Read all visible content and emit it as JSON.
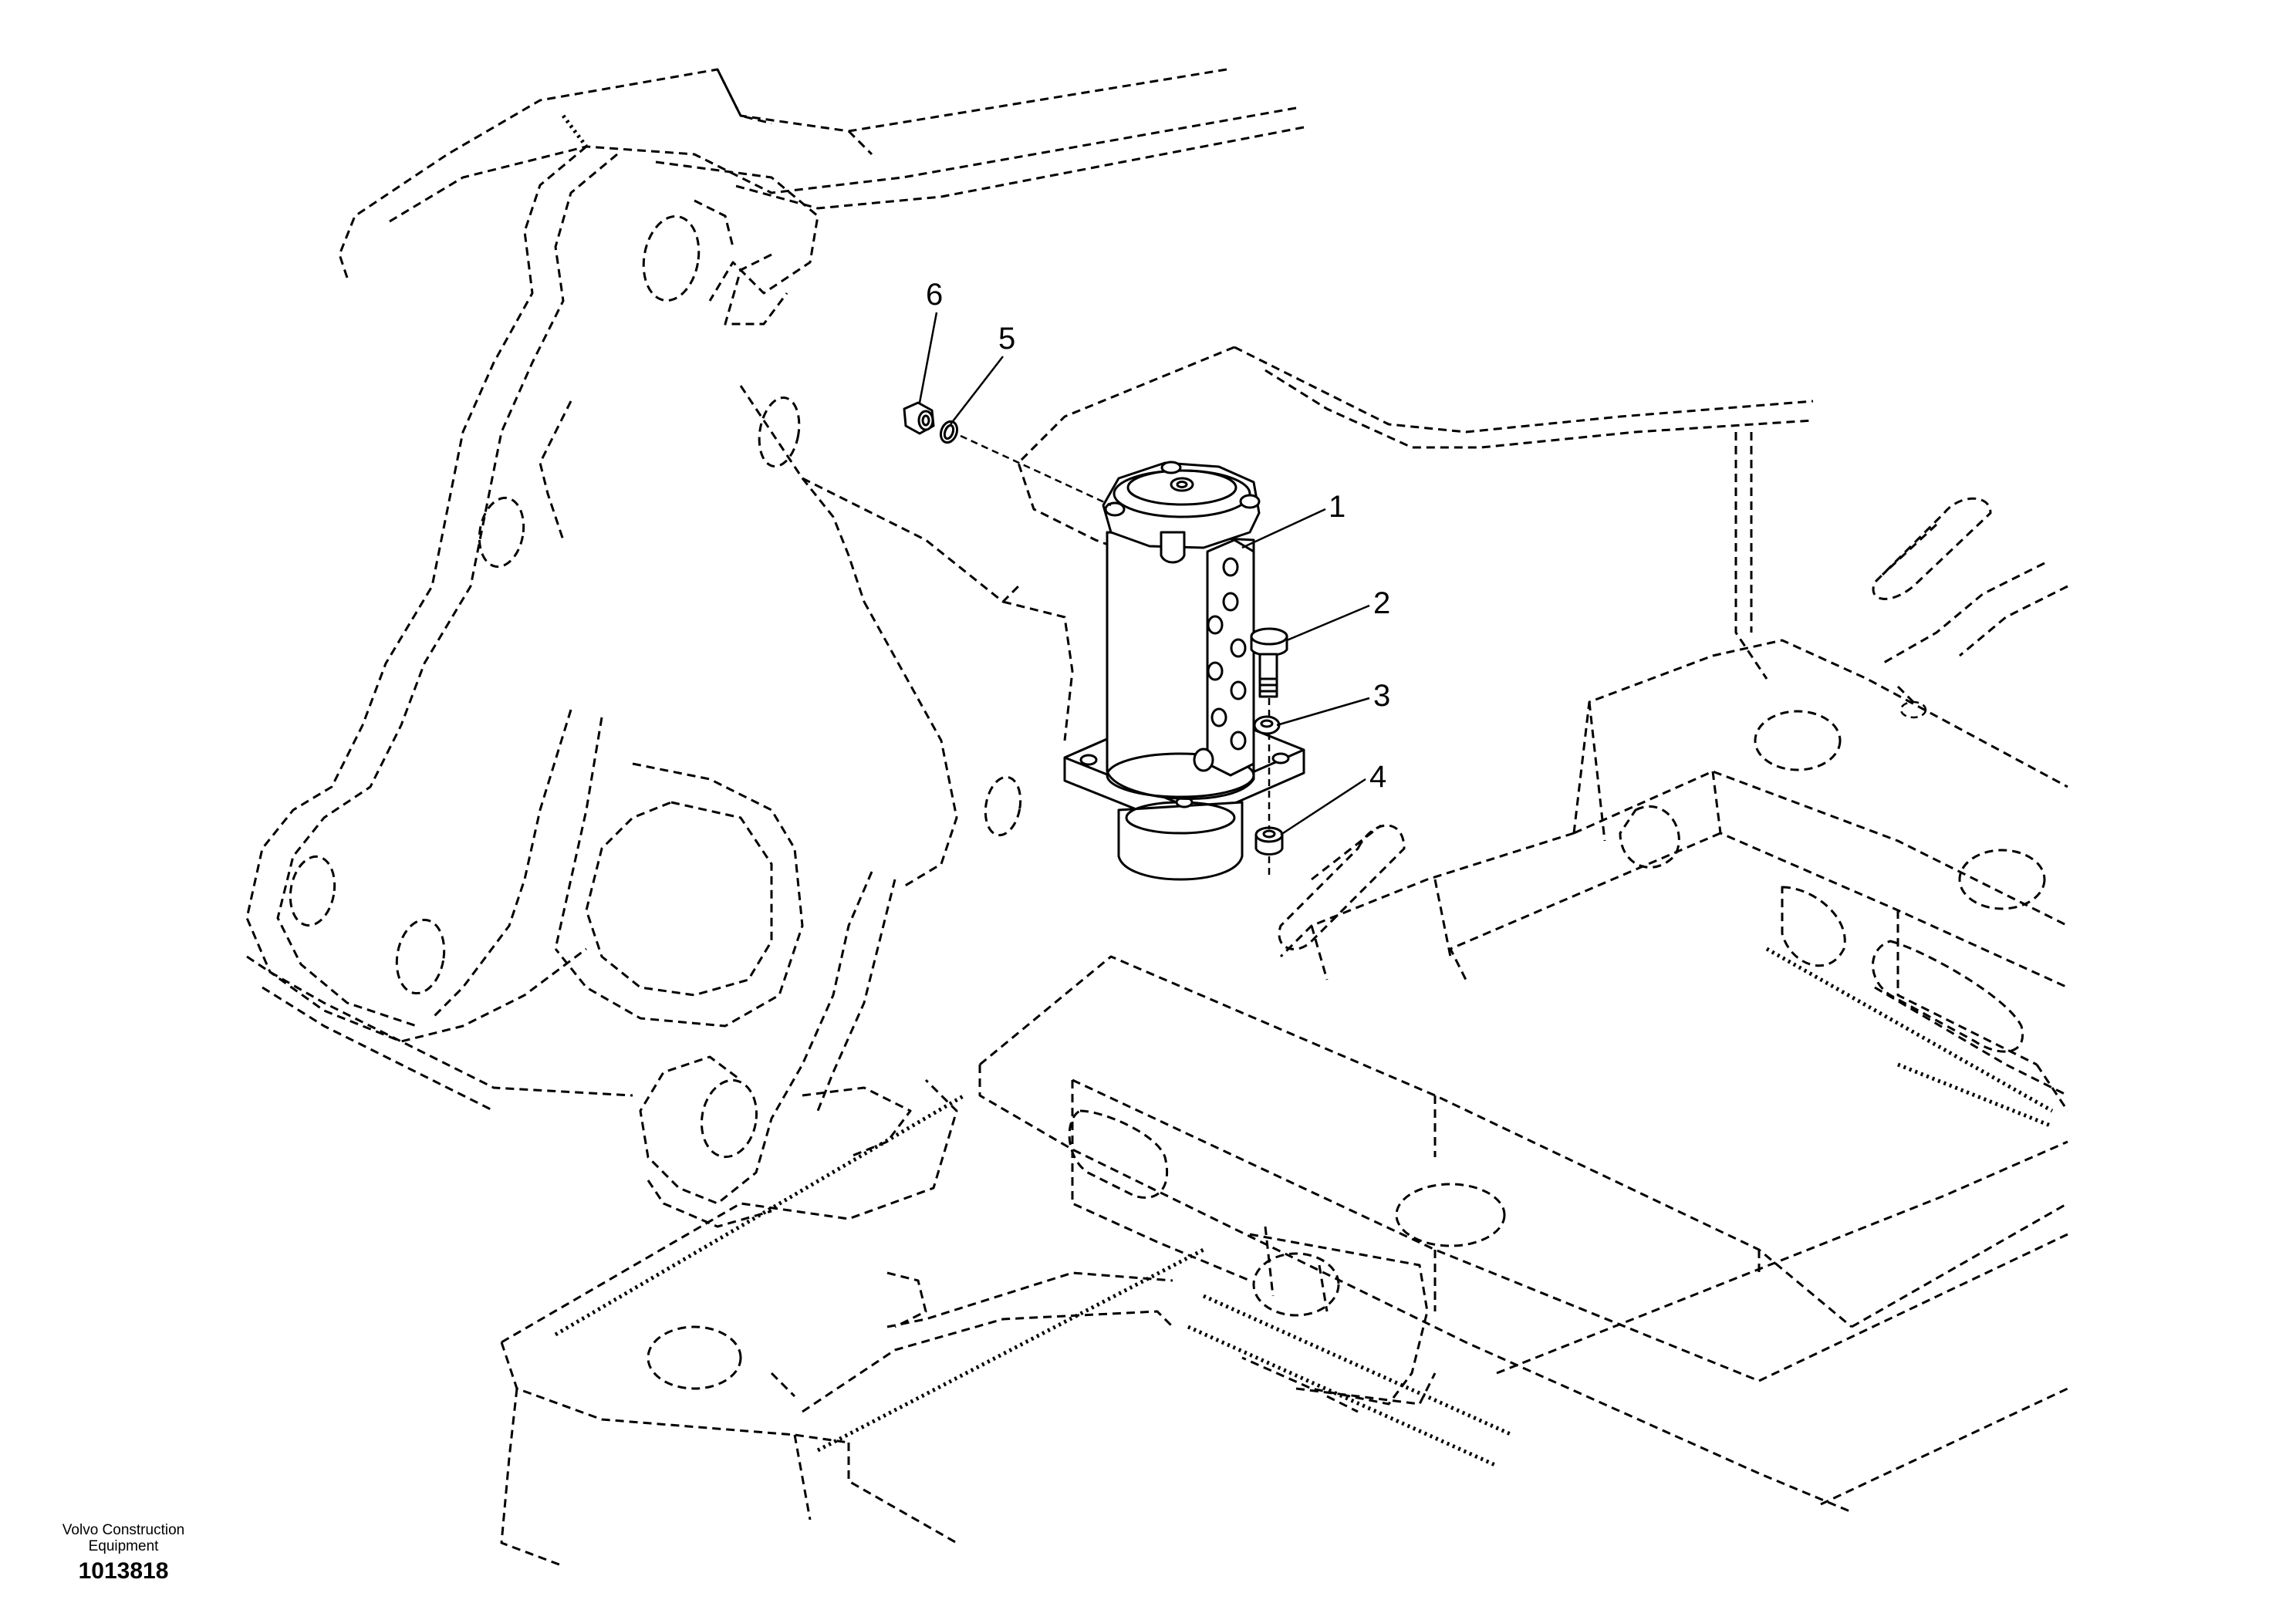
{
  "brand": {
    "line1": "Volvo Construction",
    "line2": "Equipment"
  },
  "figure_number": "1013818",
  "callouts": [
    {
      "id": "1",
      "label": "1"
    },
    {
      "id": "2",
      "label": "2"
    },
    {
      "id": "3",
      "label": "3"
    },
    {
      "id": "4",
      "label": "4"
    },
    {
      "id": "5",
      "label": "5"
    },
    {
      "id": "6",
      "label": "6"
    }
  ]
}
